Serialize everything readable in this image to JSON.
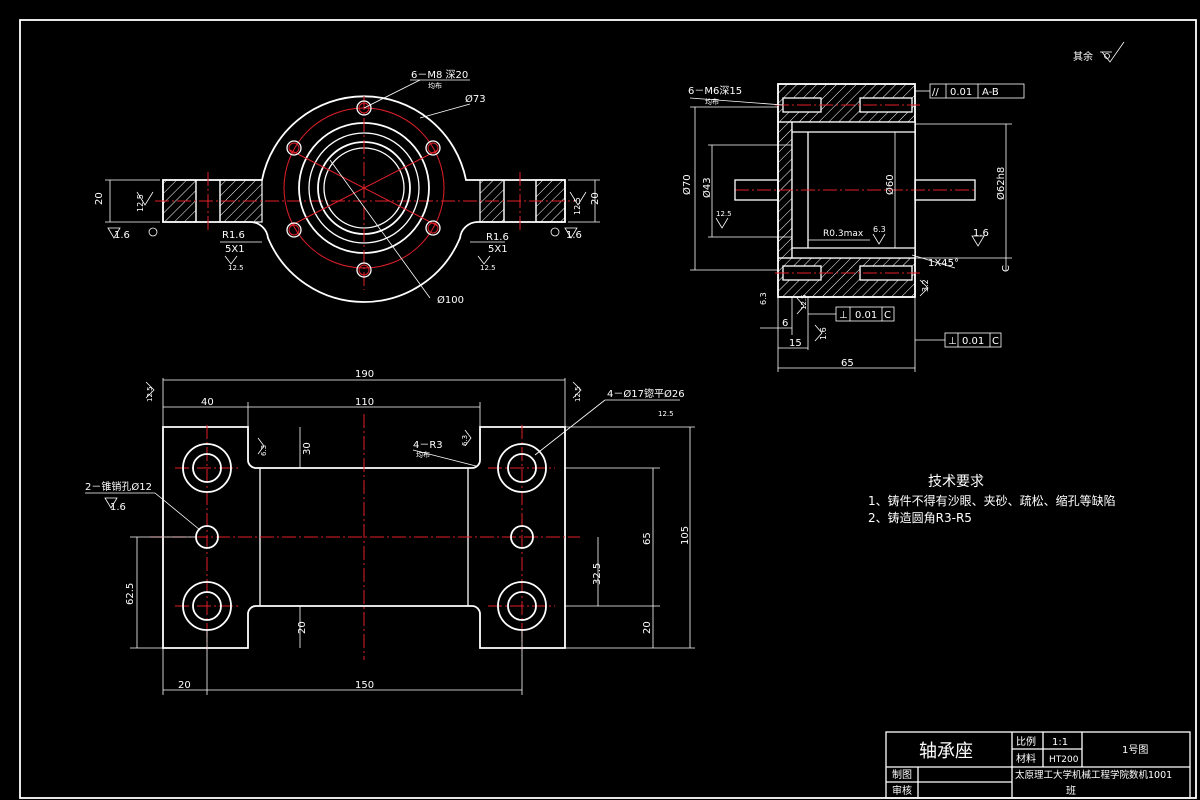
{
  "notes": {
    "roughness_other": "其余",
    "tech_title": "技术要求",
    "tech_items": [
      "1、铸件不得有沙眼、夹砂、疏松、缩孔等缺陷",
      "2、铸造圆角R3-R5"
    ]
  },
  "top_view": {
    "holes_label": "6－M8 深20",
    "holes_sub": "均布",
    "dia_73": "Ø73",
    "dia_100": "Ø100",
    "r_left": "R1.6",
    "r_right": "R1.6",
    "chamfer_left": "5X1",
    "chamfer_right": "5X1",
    "rough_left_sub": "12.5",
    "rough_right_sub": "12.5",
    "dim_20_left": "20",
    "dim_20_right": "20",
    "rough_top_left": "12.5",
    "rough_top_right": "12.5",
    "rough_1_6_left": "1.6",
    "rough_1_6_right": "1.6"
  },
  "section_view": {
    "holes_label": "6－M6深15",
    "holes_sub": "均布",
    "tol_symbol": "//",
    "tol_value": "0.01",
    "tol_datum": "A-B",
    "dia_70": "Ø70",
    "dia_43": "Ø43",
    "dia_60": "Ø60",
    "dia_62": "Ø62h8",
    "rough_12_5": "12.5",
    "fillet": "R0.3max",
    "rough_6_3": "6.3",
    "chamfer": "1X45°",
    "rough_1_6": "1.6",
    "rough_3_2": "3.2",
    "dim_6_3": "6.3",
    "rough_12_5b": "12.5",
    "dim_6": "6",
    "dim_15": "15",
    "rough_1_6b": "1.6",
    "perp1_value": "0.01",
    "perp1_datum": "C",
    "perp2_value": "0.01",
    "perp2_datum": "C",
    "dim_65": "65",
    "datum_c": "C"
  },
  "plan_view": {
    "dim_190": "190",
    "dim_40": "40",
    "dim_110": "110",
    "rough_tl": "12.5",
    "rough_tr": "12.5",
    "holes_label": "4－Ø17锪平Ø26",
    "holes_sub": "12.5",
    "r3_label": "4－R3",
    "r3_sub": "均布",
    "rough_6_3a": "6.3",
    "rough_6_3b": "6.3",
    "dim_30": "30",
    "pin_label": "2－锥销孔Ø12",
    "pin_rough": "1.6",
    "dim_62_5": "62.5",
    "dim_32_5": "32.5",
    "dim_65": "65",
    "dim_105": "105",
    "dim_20_mid": "20",
    "dim_20_right": "20",
    "dim_20_bottom": "20",
    "dim_150": "150"
  },
  "title_block": {
    "part_name": "轴承座",
    "scale_label": "比例",
    "scale_value": "1:1",
    "material_label": "材料",
    "material_value": "HT200",
    "sheet": "1号图",
    "drawn_label": "制图",
    "checked_label": "审核",
    "school_line1": "太原理工大学机械工程学院数机1001",
    "school_line2": "班"
  }
}
